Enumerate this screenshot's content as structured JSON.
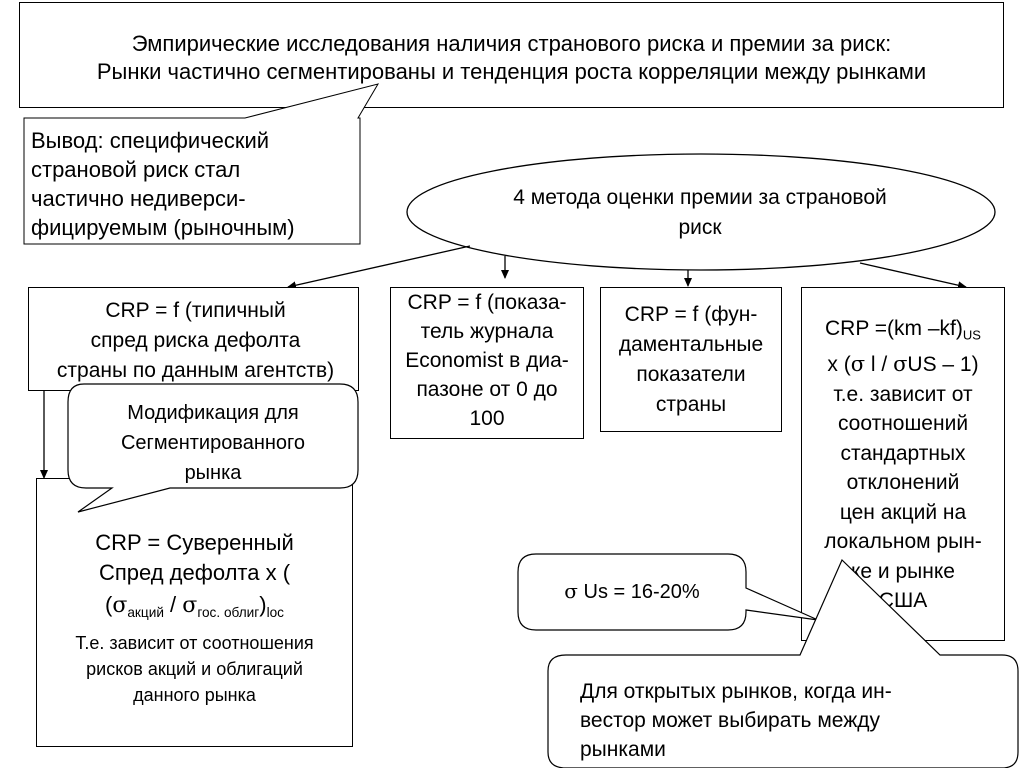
{
  "title": {
    "line1": "Эмпирические исследования наличия странового риска и премии за риск:",
    "line2": "Рынки частично сегментированы и тенденция роста корреляции между рынками"
  },
  "conclusion": {
    "line1": "Вывод: специфический",
    "line2": "страновой риск стал",
    "line3": "частично недиверси-",
    "line4": "фицируемым (рыночным)"
  },
  "methods_oval": {
    "line1": "4 метода оценки премии за страновой",
    "line2": "риск"
  },
  "method1": {
    "line1": "CRP = f (типичный",
    "line2": "спред риска дефолта",
    "line3": "страны по данным агентств)"
  },
  "method2": {
    "line1": "CRP = f (показа-",
    "line2": "тель журнала",
    "line3": "Economist в диа-",
    "line4": "пазоне от 0 до",
    "line5": "100"
  },
  "method3": {
    "line1": "CRP = f (фун-",
    "line2": "даментальные",
    "line3": "показатели",
    "line4": "страны"
  },
  "method4": {
    "l1_main": "CRP =(km –kf)",
    "l1_sub": "US",
    "l2_pre": "x (",
    "l2_sigma1": "σ",
    "l2_mid": " l / ",
    "l2_sigma2": "σ",
    "l2_post": "US – 1)",
    "line3": "т.е. зависит от",
    "line4": "соотношений",
    "line5": "стандартных",
    "line6": "отклонений",
    "line7": "цен акций на",
    "line8": "локальном рын-",
    "line9": "ке и рынке",
    "line10": "США"
  },
  "modification_callout": {
    "line1": "Модификация для",
    "line2": "Сегментированного",
    "line3": "рынка"
  },
  "segmented_box": {
    "line1": "CRP = Суверенный",
    "line2": "Спред дефолта х (",
    "l3_open": "(",
    "l3_sigma1": "σ",
    "l3_sub1": "акций",
    "l3_slash": " / ",
    "l3_sigma2": "σ",
    "l3_sub2": "гос. облиг",
    "l3_close": ")",
    "l3_loc": "loc",
    "line4": "Т.е. зависит от соотношения",
    "line5": "рисков акций и облигаций",
    "line6": "данного рынка"
  },
  "sigma_callout": {
    "sigma": "σ",
    "text": " Us = 16-20%"
  },
  "open_markets_callout": {
    "line1": "Для открытых рынков, когда ин-",
    "line2": "вестор может выбирать между",
    "line3": "рынками"
  }
}
